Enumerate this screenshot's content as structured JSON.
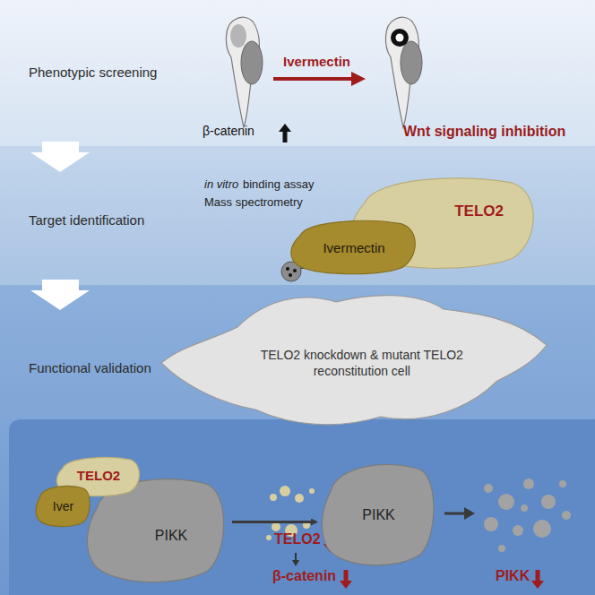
{
  "diagram": {
    "nodes": [
      {
        "text": [
          "Phenotypic screening"
        ]
      },
      {
        "text": [
          "Target identification"
        ]
      },
      {
        "text": [
          "Functional validation"
        ]
      },
      {
        "text": [
          "TELO2"
        ],
        "in": 1
      },
      {
        "text": [
          "Ivermectin"
        ],
        "in": 1
      },
      {
        "text": [
          "TELO2 knockdown & mutant TELO2 reconstitution cell"
        ],
        "in": 2
      },
      {
        "text": [
          "TELO2"
        ],
        "in": 2
      },
      {
        "text": [
          "Iver"
        ],
        "in": 2
      },
      {
        "text": [
          "PIKK"
        ],
        "in": 2
      },
      {
        "text": [
          "PIKK"
        ],
        "in": 2
      }
    ],
    "edges": [
      {
        "from": 8,
        "to": 9,
        "arrow": "to"
      }
    ],
    "labels": [
      "β-catenin",
      "Ivermectin",
      "Wnt signaling inhibition",
      "in vitro",
      "binding assay",
      "Mass spectrometry",
      "TELO2",
      "β-catenin",
      "PIKK"
    ]
  }
}
